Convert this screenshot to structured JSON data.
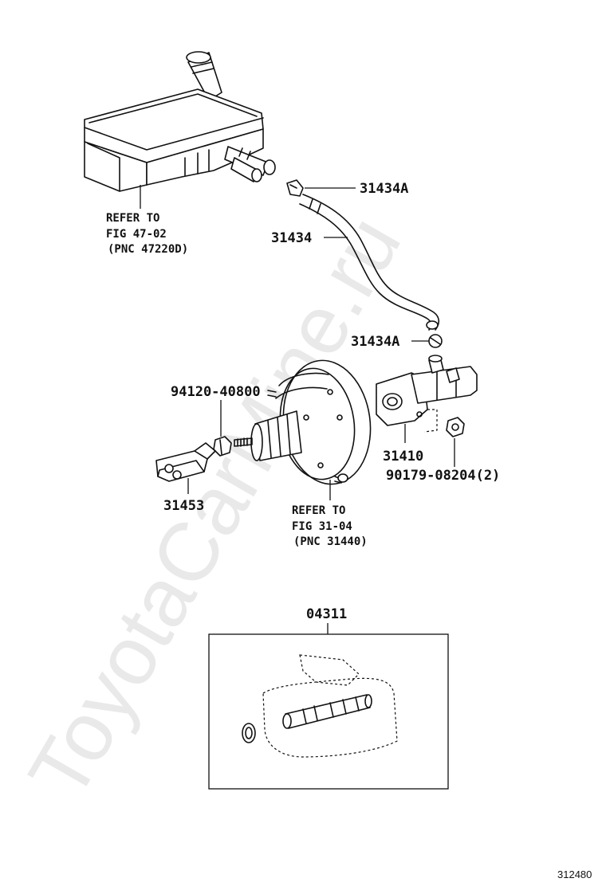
{
  "watermark": "ToyotaCarMine.ru",
  "figure_id": "312480",
  "parts": {
    "clip_top": "31434A",
    "hose": "31434",
    "clip_bottom": "31434A",
    "nut_left": "94120-40800",
    "master_cylinder": "31410",
    "nut_right": "90179-08204(2)",
    "clevis": "31453",
    "kit": "04311"
  },
  "notes": {
    "reservoir": {
      "line1": "REFER TO",
      "line2": "FIG 47-02",
      "line3": "(PNC 47220D)"
    },
    "booster": {
      "line1": "REFER TO",
      "line2": "FIG 31-04",
      "line3": "(PNC 31440)"
    }
  },
  "colors": {
    "line": "#111111",
    "watermark": "#e9e9e9",
    "background": "#ffffff"
  }
}
